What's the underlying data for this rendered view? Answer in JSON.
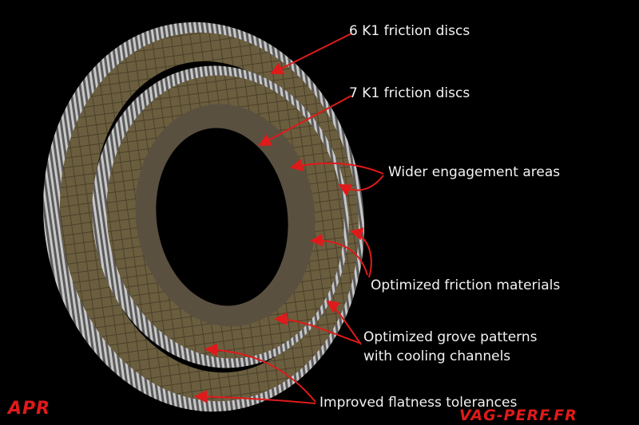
{
  "callouts": {
    "six_k1": "6 K1 friction discs",
    "seven_k1": "7 K1 friction discs",
    "wider": "Wider engagement areas",
    "friction_materials": "Optimized friction materials",
    "grove_line1": "Optimized grove patterns",
    "grove_line2": "with cooling channels",
    "flatness": "Improved flatness tolerances"
  },
  "logos": {
    "apr": "APR",
    "vag_perf": "VAG-PERF.FR"
  },
  "colors": {
    "background": "#000000",
    "accent": "#e01a1a",
    "label_text": "#f2f2f2",
    "friction_material": "#6e6040",
    "steel": "#9a9a9a"
  }
}
